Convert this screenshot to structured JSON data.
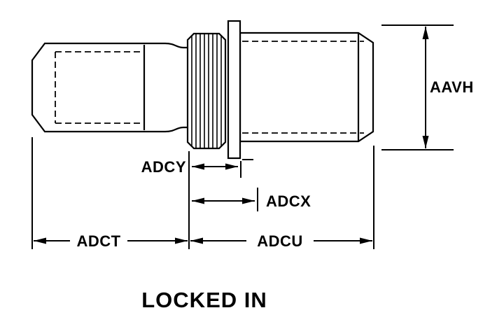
{
  "diagram": {
    "type": "engineering-dimension-drawing",
    "caption": "LOCKED IN",
    "labels": {
      "aavh": "AAVH",
      "adcy": "ADCY",
      "adcx": "ADCX",
      "adct": "ADCT",
      "adcu": "ADCU"
    },
    "colors": {
      "line": "#000000",
      "background": "#ffffff"
    }
  }
}
